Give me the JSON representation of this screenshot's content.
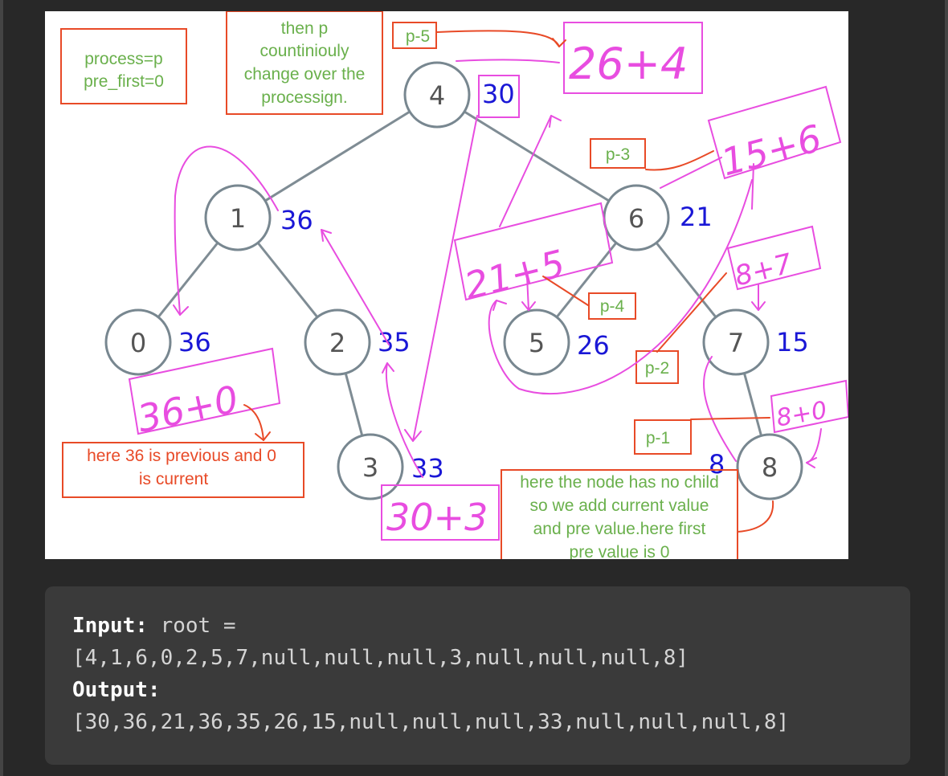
{
  "colors": {
    "note_red": "#e84a27",
    "note_green": "#6ab04c",
    "pen_magenta": "#e84de0",
    "value_blue": "#1a17d6",
    "edge_gray": "#7f8c94",
    "circle_stroke": "#788790"
  },
  "tree": {
    "nodes": [
      "4",
      "1",
      "6",
      "0",
      "2",
      "5",
      "7",
      "3",
      "8"
    ],
    "sums": [
      "30",
      "36",
      "21",
      "36",
      "35",
      "26",
      "15",
      "33",
      "8"
    ]
  },
  "notes": {
    "process": [
      "process=p",
      "pre_first=0"
    ],
    "then_p": [
      "then p",
      "countiniouly",
      "change over the",
      "processign."
    ],
    "here36": [
      "here 36 is previous and 0",
      "is current"
    ],
    "nochild": [
      "here the node has no child",
      "so we add current value",
      "and pre value.here first",
      "pre value is 0"
    ]
  },
  "steps": [
    "p-5",
    "p-3",
    "p-4",
    "p-2",
    "p-1"
  ],
  "handwritten": [
    "26+4",
    "15+6",
    "21+5",
    "8+7",
    "8+0",
    "36+0",
    "30+3"
  ],
  "example": {
    "input_label": "Input:",
    "input_prefix": "root =",
    "input_value": "[4,1,6,0,2,5,7,null,null,null,3,null,null,null,8]",
    "output_label": "Output:",
    "output_value": "[30,36,21,36,35,26,15,null,null,null,33,null,null,null,8]"
  }
}
